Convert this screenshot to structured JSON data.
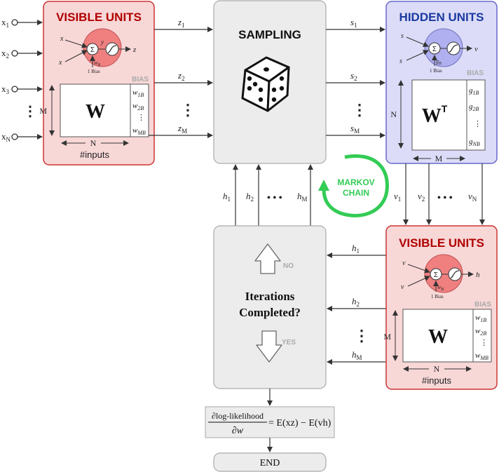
{
  "colors": {
    "visible_fill": "#f8d7d7",
    "visible_stroke": "#cc3333",
    "visible_title": "#b00000",
    "hidden_fill": "#dcdcf8",
    "hidden_stroke": "#6666cc",
    "hidden_title": "#1a3aa0",
    "neuron_red": "#f08080",
    "neuron_blue": "#b0b0f0",
    "box_gray": "#ececec",
    "markov_green": "#33cc55",
    "bias_gray": "#aaaaaa"
  },
  "inputs": {
    "x1": "x",
    "x1_sub": "1",
    "x2": "x",
    "x2_sub": "2",
    "x3": "x",
    "x3_sub": "3",
    "xn": "x",
    "xn_sub": "N",
    "dots": "⋮"
  },
  "visible_top": {
    "title": "VISIBLE UNITS",
    "neuron": {
      "in1": "x",
      "in2": "x",
      "sum": "Σ",
      "mid": "y",
      "out": "z",
      "bias_w": "w",
      "bias_w_sub": "B",
      "bias_label": "1  Bias"
    },
    "bias_header": "BIAS",
    "matrix": "W",
    "bias_rows": [
      {
        "v": "w",
        "sub": "1B"
      },
      {
        "v": "w",
        "sub": "2B"
      },
      {
        "v": "⋮",
        "sub": ""
      },
      {
        "v": "w",
        "sub": "MB"
      }
    ],
    "m_label": "M",
    "n_label": "N",
    "caption": "#inputs"
  },
  "z_outputs": {
    "z1": "z",
    "z1_sub": "1",
    "z2": "z",
    "z2_sub": "2",
    "zm": "z",
    "zm_sub": "M",
    "dots": "⋮"
  },
  "sampling": {
    "title": "SAMPLING"
  },
  "s_outputs": {
    "s1": "s",
    "s1_sub": "1",
    "s2": "s",
    "s2_sub": "2",
    "sm": "s",
    "sm_sub": "M",
    "dots": "⋮"
  },
  "hidden": {
    "title": "HIDDEN UNITS",
    "neuron": {
      "in1": "s",
      "in2": "s",
      "sum": "Σ",
      "out": "v",
      "bias_w": "g",
      "bias_w_sub": "B",
      "bias_label": "1  Bias"
    },
    "bias_header": "BIAS",
    "matrix": "W",
    "matrix_sup": "T",
    "bias_rows": [
      {
        "v": "g",
        "sub": "1B"
      },
      {
        "v": "g",
        "sub": "2B"
      },
      {
        "v": "⋮",
        "sub": ""
      },
      {
        "v": "g",
        "sub": "NB"
      }
    ],
    "n_label": "N",
    "m_label": "M"
  },
  "markov": {
    "line1": "MARKOV",
    "line2": "CHAIN"
  },
  "h_back": {
    "h1": "h",
    "h1_sub": "1",
    "h2": "h",
    "h2_sub": "2",
    "hm": "h",
    "hm_sub": "M",
    "dots": "• • •"
  },
  "v_down": {
    "v1": "v",
    "v1_sub": "1",
    "v2": "v",
    "v2_sub": "2",
    "vn": "v",
    "vn_sub": "N",
    "dots": "• • •"
  },
  "iteration": {
    "line1": "Iterations",
    "line2": "Completed?",
    "no": "NO",
    "yes": "YES"
  },
  "h_in": {
    "h1": "h",
    "h1_sub": "1",
    "h2": "h",
    "h2_sub": "2",
    "hm": "h",
    "hm_sub": "M",
    "dots": "⋮"
  },
  "visible_bottom": {
    "title": "VISIBLE UNITS",
    "neuron": {
      "in1": "v",
      "in2": "v",
      "sum": "Σ",
      "out": "h",
      "bias_w": "w",
      "bias_w_sub": "B",
      "bias_label": "1  Bias"
    },
    "bias_header": "BIAS",
    "matrix": "W",
    "bias_rows": [
      {
        "v": "w",
        "sub": "1B"
      },
      {
        "v": "w",
        "sub": "2B"
      },
      {
        "v": "⋮",
        "sub": ""
      },
      {
        "v": "w",
        "sub": "MB"
      }
    ],
    "m_label": "M",
    "n_label": "N",
    "caption": "#inputs"
  },
  "gradient": {
    "num": "∂log-likelihood",
    "den": "∂w",
    "rhs": "= E(xz) − E(vh)"
  },
  "end": {
    "label": "END"
  }
}
